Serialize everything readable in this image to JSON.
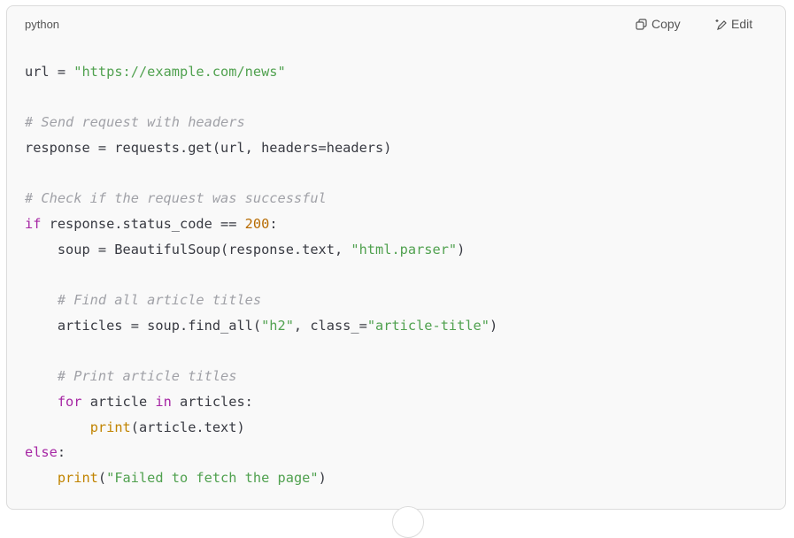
{
  "header": {
    "language": "python",
    "copy_label": "Copy",
    "edit_label": "Edit"
  },
  "colors": {
    "keyword": "#a626a4",
    "string": "#50a14f",
    "number": "#b76b01",
    "builtin": "#c18401",
    "comment": "#a0a1a7",
    "text": "#383a42"
  },
  "code_lines": [
    [
      [
        "t",
        "url = "
      ],
      [
        "str",
        "\"https://example.com/news\""
      ]
    ],
    [],
    [
      [
        "cm",
        "# Send request with headers"
      ]
    ],
    [
      [
        "t",
        "response = requests.get(url, headers=headers)"
      ]
    ],
    [],
    [
      [
        "cm",
        "# Check if the request was successful"
      ]
    ],
    [
      [
        "kw",
        "if"
      ],
      [
        "t",
        " response.status_code == "
      ],
      [
        "num",
        "200"
      ],
      [
        "t",
        ":"
      ]
    ],
    [
      [
        "t",
        "    soup = BeautifulSoup(response.text, "
      ],
      [
        "str",
        "\"html.parser\""
      ],
      [
        "t",
        ")"
      ]
    ],
    [],
    [
      [
        "t",
        "    "
      ],
      [
        "cm",
        "# Find all article titles"
      ]
    ],
    [
      [
        "t",
        "    articles = soup.find_all("
      ],
      [
        "str",
        "\"h2\""
      ],
      [
        "t",
        ", class_="
      ],
      [
        "str",
        "\"article-title\""
      ],
      [
        "t",
        ")"
      ]
    ],
    [],
    [
      [
        "t",
        "    "
      ],
      [
        "cm",
        "# Print article titles"
      ]
    ],
    [
      [
        "t",
        "    "
      ],
      [
        "kw",
        "for"
      ],
      [
        "t",
        " article "
      ],
      [
        "kw",
        "in"
      ],
      [
        "t",
        " articles:"
      ]
    ],
    [
      [
        "t",
        "        "
      ],
      [
        "fn",
        "print"
      ],
      [
        "t",
        "(article.text)"
      ]
    ],
    [
      [
        "kw",
        "else"
      ],
      [
        "t",
        ":"
      ]
    ],
    [
      [
        "t",
        "    "
      ],
      [
        "fn",
        "print"
      ],
      [
        "t",
        "("
      ],
      [
        "str",
        "\"Failed to fetch the page\""
      ],
      [
        "t",
        ")"
      ]
    ]
  ]
}
